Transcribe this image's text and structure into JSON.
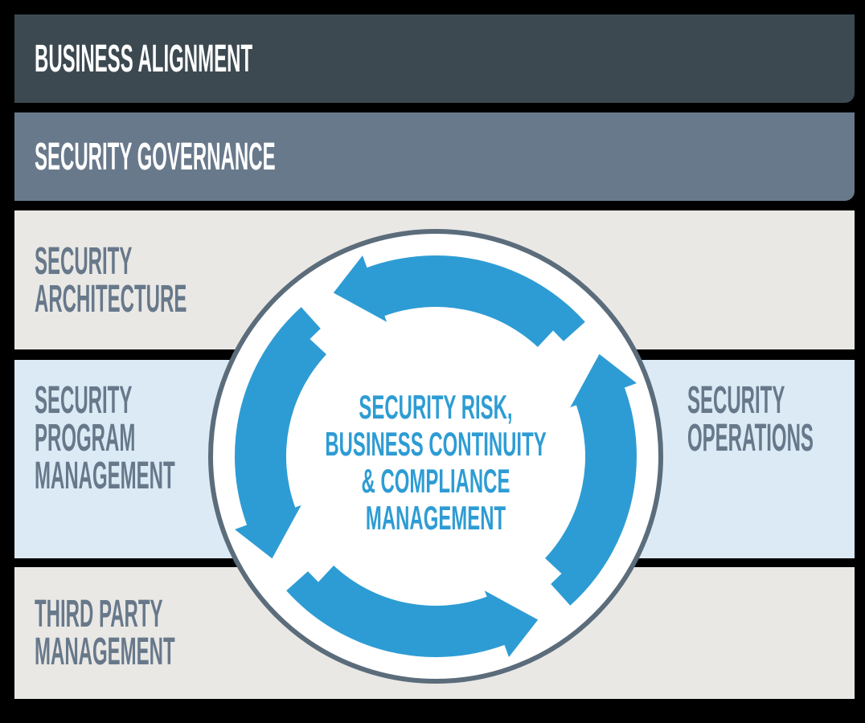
{
  "colors": {
    "background": "#000000",
    "band_business": "#3C4951",
    "band_governance": "#68798B",
    "band_gray": "#E9E8E5",
    "band_lightblue": "#DBEAF4",
    "text_light": "#FFFFFF",
    "text_slate": "#67788A",
    "accent_blue": "#2E9CD4",
    "circle_border": "#5B6C7B",
    "circle_fill": "#FFFFFF"
  },
  "bands": [
    {
      "label": "BUSINESS ALIGNMENT"
    },
    {
      "label": "SECURITY GOVERNANCE"
    },
    {
      "label": "SECURITY\nARCHITECTURE"
    },
    {
      "label": "SECURITY\nPROGRAM\nMANAGEMENT",
      "label_right": "SECURITY\nOPERATIONS"
    },
    {
      "label": "THIRD PARTY\nMANAGEMENT"
    }
  ],
  "center_circle": {
    "lines": [
      "SECURITY RISK,",
      "BUSINESS CONTINUITY",
      "& COMPLIANCE",
      "MANAGEMENT"
    ]
  }
}
